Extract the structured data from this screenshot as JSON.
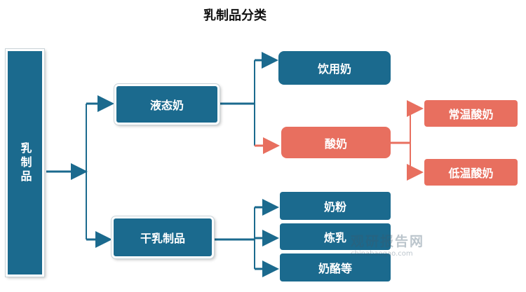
{
  "title": "乳制品分类",
  "root": "乳制品",
  "level1": [
    {
      "label": "液态奶"
    },
    {
      "label": "干乳制品"
    }
  ],
  "liquid_children": [
    {
      "label": "饮用奶"
    },
    {
      "label": "酸奶"
    }
  ],
  "yogurt_children": [
    {
      "label": "常温酸奶"
    },
    {
      "label": "低温酸奶"
    }
  ],
  "dry_children": [
    {
      "label": "奶粉"
    },
    {
      "label": "炼乳"
    },
    {
      "label": "奶酪等"
    }
  ],
  "watermark": {
    "cn": "观研报告网",
    "en": "chinabaogao.com"
  },
  "colors": {
    "primary": "#1b6a8e",
    "accent": "#e86f5f"
  }
}
